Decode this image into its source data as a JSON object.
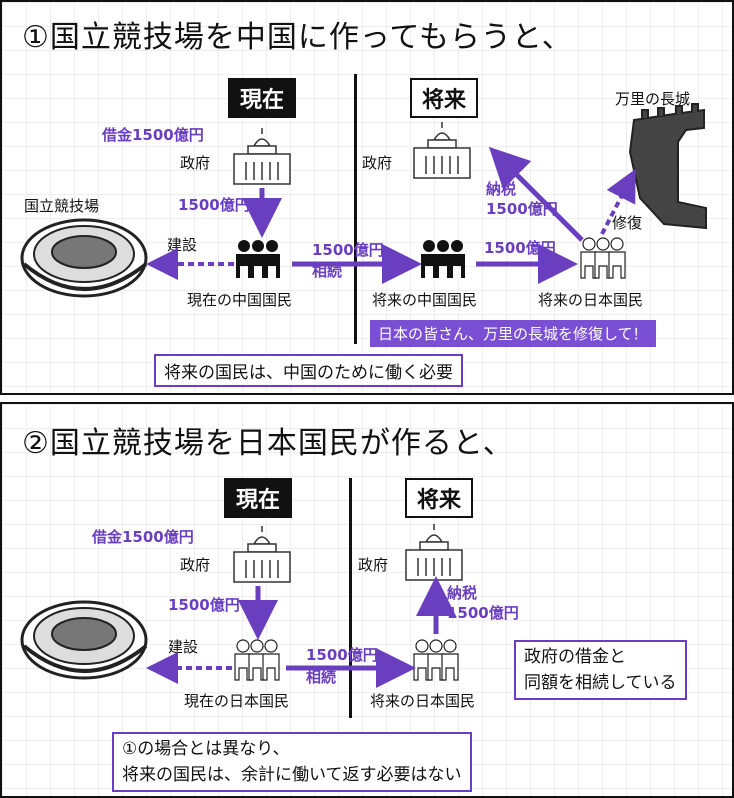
{
  "panel1": {
    "title": "①国立競技場を中国に作ってもらうと、",
    "tag_present": "現在",
    "tag_future": "将来",
    "debt_label": "借金1500億円",
    "gov_left_label": "政府",
    "gov_right_label": "政府",
    "stadium_label": "国立競技場",
    "arrow_gov_people": "1500億円",
    "build_label": "建設",
    "inherit_amount": "1500億円",
    "inherit_label": "相続",
    "tax_label": "納税",
    "tax_amount": "1500億円",
    "pay_amount": "1500億円",
    "repair_label": "修復",
    "great_wall_label": "万里の長城",
    "people_present": "現在の中国国民",
    "people_future_cn": "将来の中国国民",
    "people_future_jp": "将来の日本国民",
    "banner": "日本の皆さん、万里の長城を修復して！",
    "note": "将来の国民は、中国のために働く必要"
  },
  "panel2": {
    "title": "②国立競技場を日本国民が作ると、",
    "tag_present": "現在",
    "tag_future": "将来",
    "debt_label": "借金1500億円",
    "gov_left_label": "政府",
    "gov_right_label": "政府",
    "arrow_gov_people": "1500億円",
    "build_label": "建設",
    "inherit_amount": "1500億円",
    "inherit_label": "相続",
    "tax_label": "納税",
    "tax_amount": "1500億円",
    "people_present": "現在の日本国民",
    "people_future": "将来の日本国民",
    "side_note_line1": "政府の借金と",
    "side_note_line2": "同額を相続している",
    "note_line1": "①の場合とは異なり、",
    "note_line2": "将来の国民は、余計に働いて返す必要はない"
  },
  "colors": {
    "accent": "#6a3fbf",
    "banner": "#7b4fd4",
    "dark": "#111111"
  }
}
